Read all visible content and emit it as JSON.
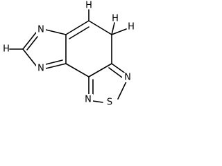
{
  "molecule": {
    "atoms": {
      "n_top": "N",
      "n_bottom": "N",
      "n_right_upper": "N",
      "s_ring": "S",
      "n_right_lower": "N",
      "h_left": "H",
      "h_top": "H",
      "h_ch2_left": "H",
      "h_ch2_right": "H"
    },
    "colors": {
      "bond": "#000000",
      "label": "#000000",
      "background": "#ffffff"
    }
  }
}
